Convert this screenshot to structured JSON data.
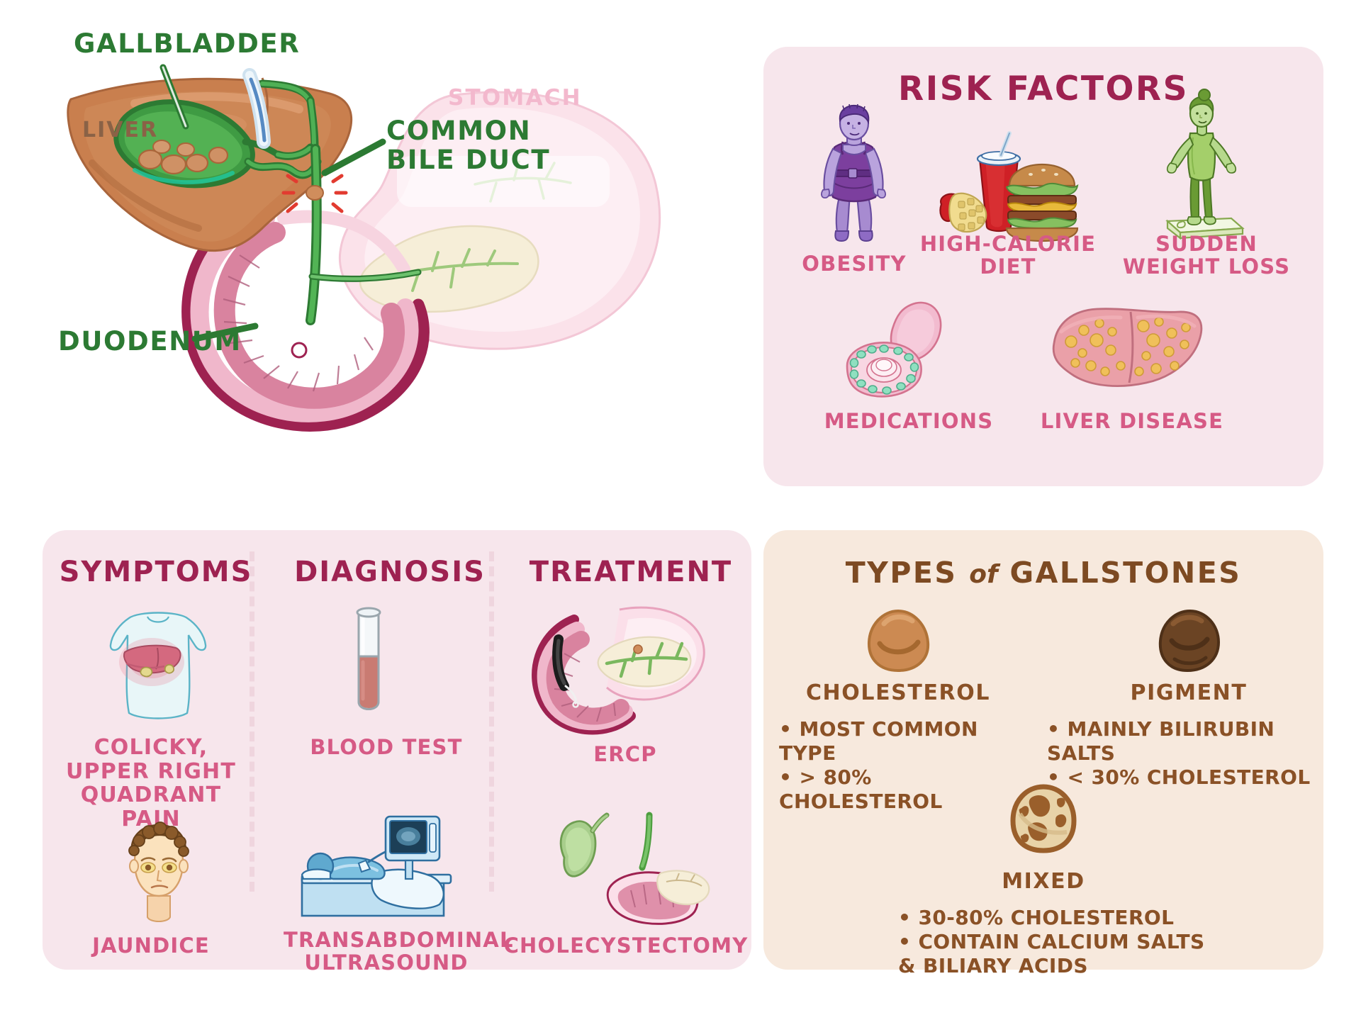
{
  "anatomy": {
    "labels": [
      {
        "name": "gallbladder",
        "text": "GALLBLADDER"
      },
      {
        "name": "common-bile-duct",
        "text": "COMMON\nBILE DUCT"
      },
      {
        "name": "duodenum",
        "text": "DUODENUM"
      },
      {
        "name": "liver",
        "text": "LIVER"
      },
      {
        "name": "stomach",
        "text": "STOMACH"
      }
    ],
    "gallbladder_label": "GALLBLADDER",
    "common_bile_duct_label": "COMMON BILE DUCT",
    "common_bile_duct_line1": "COMMON",
    "common_bile_duct_line2": "BILE DUCT",
    "duodenum_label": "DUODENUM",
    "liver_label": "LIVER",
    "stomach_label": "STOMACH"
  },
  "risk_factors": {
    "title": "RISK FACTORS",
    "items": [
      {
        "icon": "obese-woman-icon",
        "label": "OBESITY"
      },
      {
        "icon": "fast-food-icon",
        "label_line1": "HIGH-CALORIE",
        "label_line2": "DIET"
      },
      {
        "icon": "person-on-scale-icon",
        "label_line1": "SUDDEN",
        "label_line2": "WEIGHT LOSS"
      },
      {
        "icon": "birth-control-pills-icon",
        "label": "MEDICATIONS"
      },
      {
        "icon": "cirrhotic-liver-icon",
        "label": "LIVER DISEASE"
      }
    ]
  },
  "symptoms": {
    "title": "SYMPTOMS",
    "items": [
      {
        "icon": "torso-pain-icon",
        "label_line1": "COLICKY,",
        "label_line2": "UPPER RIGHT",
        "label_line3": "QUADRANT PAIN"
      },
      {
        "icon": "jaundice-face-icon",
        "label": "JAUNDICE"
      }
    ]
  },
  "diagnosis": {
    "title": "DIAGNOSIS",
    "items": [
      {
        "icon": "test-tube-icon",
        "label": "BLOOD TEST"
      },
      {
        "icon": "ultrasound-exam-icon",
        "label_line1": "TRANSABDOMINAL",
        "label_line2": "ULTRASOUND"
      }
    ]
  },
  "treatment": {
    "title": "TREATMENT",
    "items": [
      {
        "icon": "ercp-endoscope-icon",
        "label": "ERCP"
      },
      {
        "icon": "gallbladder-removal-icon",
        "label": "CHOLECYSTECTOMY"
      }
    ]
  },
  "types_of_gallstones": {
    "title_main": "TYPES",
    "title_conn": "of",
    "title_tail": "GALLSTONES",
    "types": [
      {
        "icon": "cholesterol-stone-icon",
        "name": "CHOLESTEROL",
        "bullets": [
          "MOST COMMON TYPE",
          "> 80% CHOLESTEROL"
        ],
        "bullet_text": "• MOST COMMON TYPE\n• > 80% CHOLESTEROL",
        "color": "#cc8a52"
      },
      {
        "icon": "pigment-stone-icon",
        "name": "PIGMENT",
        "bullets": [
          "MAINLY BILIRUBIN SALTS",
          "< 30% CHOLESTEROL"
        ],
        "bullet_text": "• MAINLY BILIRUBIN SALTS\n• < 30% CHOLESTEROL",
        "color": "#6b4424"
      },
      {
        "icon": "mixed-stone-icon",
        "name": "MIXED",
        "bullets": [
          "30-80% CHOLESTEROL",
          "CONTAIN CALCIUM SALTS",
          "& BILIARY ACIDS"
        ],
        "bullet_text": "• 30-80% CHOLESTEROL\n• CONTAIN CALCIUM SALTS\n  & BILIARY ACIDS",
        "color": "#e8d3a8"
      }
    ]
  },
  "colors": {
    "panel_pink": "#f7e6ec",
    "panel_cream": "#f7e9dd",
    "heading_maroon": "#9e2251",
    "label_pink": "#d65a85",
    "heading_brown": "#7d4a22",
    "label_brown": "#8a5126",
    "anatomy_green": "#2c7a33",
    "liver_brown": "#c97f4e",
    "duct_green": "#43a047",
    "stomach_pink": "#f7d4e0"
  }
}
